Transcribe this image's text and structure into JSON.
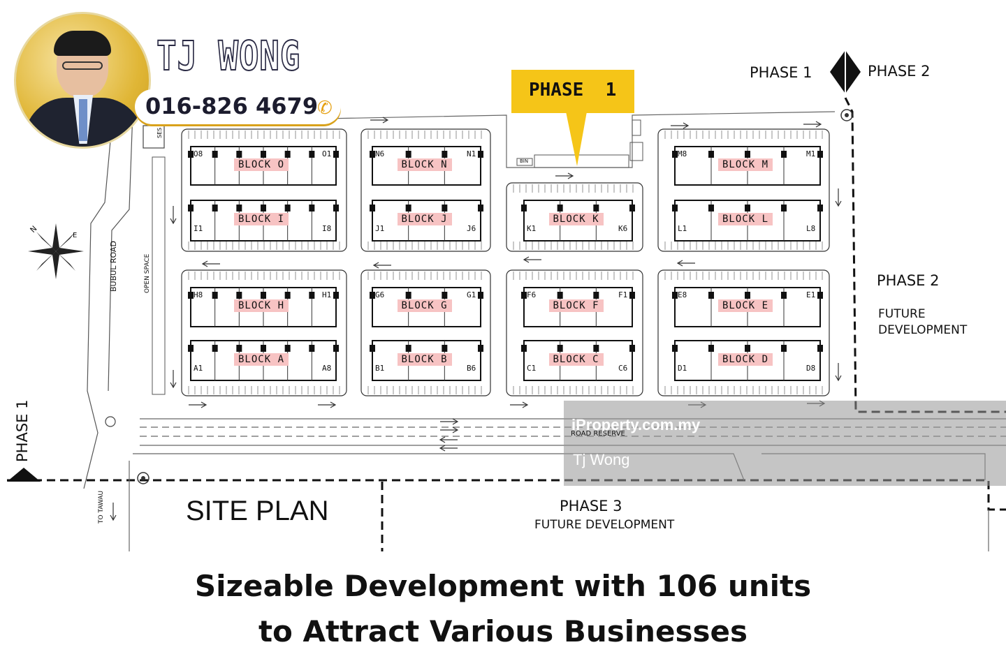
{
  "agent": {
    "name": "TJ WONG",
    "phone": "016-826 4679"
  },
  "callout": {
    "label": "PHASE  1",
    "color": "#f5c518"
  },
  "phase_marker": {
    "left": "PHASE 1",
    "right": "PHASE 2"
  },
  "phase2": {
    "title": "PHASE 2",
    "subtitle_line1": "FUTURE",
    "subtitle_line2": "DEVELOPMENT"
  },
  "phase3": {
    "title": "PHASE 3",
    "subtitle": "FUTURE DEVELOPMENT"
  },
  "phase1_side": "PHASE 1",
  "site_plan_title": "SITE PLAN",
  "roads": {
    "bubul": "BUBUL ROAD",
    "open_space": "OPEN SPACE",
    "to_tawau": "TO TAWAU",
    "road_reserve": "ROAD RESERVE",
    "ses": "SES",
    "bin": "BIN"
  },
  "compass": {
    "north": "N",
    "east": "E"
  },
  "blocks": {
    "O": {
      "label": "BLOCK  O",
      "first": "O8",
      "last": "O1"
    },
    "I": {
      "label": "BLOCK  I",
      "first": "I1",
      "last": "I8"
    },
    "N": {
      "label": "BLOCK  N",
      "first": "N6",
      "last": "N1"
    },
    "J": {
      "label": "BLOCK  J",
      "first": "J1",
      "last": "J6"
    },
    "K": {
      "label": "BLOCK  K",
      "first": "K1",
      "last": "K6"
    },
    "M": {
      "label": "BLOCK  M",
      "first": "M8",
      "last": "M1"
    },
    "L": {
      "label": "BLOCK  L",
      "first": "L1",
      "last": "L8"
    },
    "H": {
      "label": "BLOCK  H",
      "first": "H8",
      "last": "H1"
    },
    "A": {
      "label": "BLOCK  A",
      "first": "A1",
      "last": "A8"
    },
    "G": {
      "label": "BLOCK  G",
      "first": "G6",
      "last": "G1"
    },
    "B": {
      "label": "BLOCK  B",
      "first": "B1",
      "last": "B6"
    },
    "F": {
      "label": "BLOCK  F",
      "first": "F6",
      "last": "F1"
    },
    "C": {
      "label": "BLOCK  C",
      "first": "C1",
      "last": "C6"
    },
    "E": {
      "label": "BLOCK  E",
      "first": "E8",
      "last": "E1"
    },
    "D": {
      "label": "BLOCK  D",
      "first": "D1",
      "last": "D8"
    }
  },
  "watermark": {
    "brand": "iProperty.com.my",
    "name": "Tj Wong"
  },
  "caption": {
    "line1": "Sizeable Development with 106 units",
    "line2": "to Attract Various Businesses"
  }
}
